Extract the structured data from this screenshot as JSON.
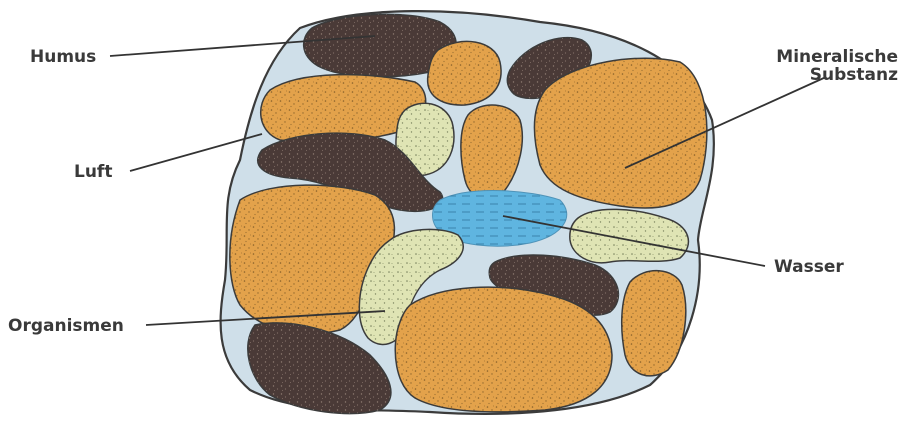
{
  "labels": {
    "humus": "Humus",
    "mineral_line1": "Mineralische",
    "mineral_line2": "Substanz",
    "luft": "Luft",
    "wasser": "Wasser",
    "organismen": "Organismen"
  },
  "colors": {
    "background": "#ffffff",
    "air_matrix": "#cfdfe9",
    "mineral": "#e3a24b",
    "humus": "#4a3a37",
    "organism": "#dfe4b4",
    "water": "#5fb5e0",
    "text": "#3a3a3a"
  }
}
